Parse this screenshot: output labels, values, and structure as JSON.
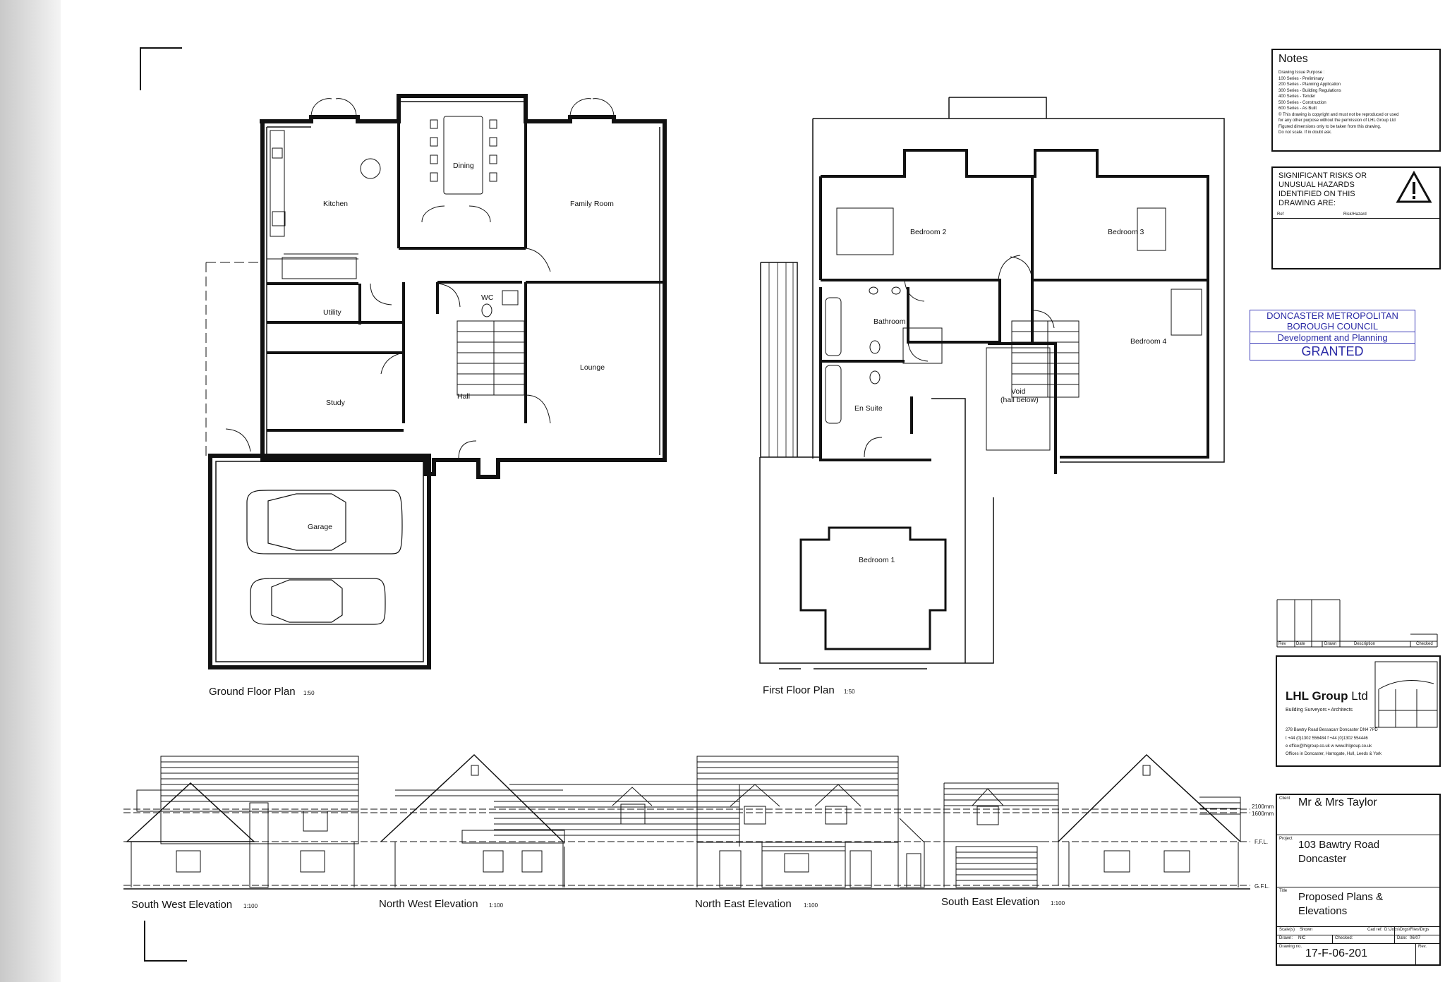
{
  "plans": {
    "ground": {
      "title": "Ground Floor Plan",
      "scale": "1:50",
      "rooms": [
        "Kitchen",
        "Dining",
        "Family Room",
        "Utility",
        "WC",
        "Lounge",
        "Study",
        "Hall",
        "Garage"
      ]
    },
    "first": {
      "title": "First Floor Plan",
      "scale": "1:50",
      "rooms": [
        "Bedroom 2",
        "Bedroom 3",
        "Bathroom",
        "Bedroom 4",
        "Void",
        "(hall below)",
        "En Suite",
        "Bedroom 1"
      ]
    }
  },
  "elevations": [
    {
      "title": "South West Elevation",
      "scale": "1:100"
    },
    {
      "title": "North West Elevation",
      "scale": "1:100"
    },
    {
      "title": "North East Elevation",
      "scale": "1:100"
    },
    {
      "title": "South East Elevation",
      "scale": "1:100"
    }
  ],
  "levels": {
    "top": "2100mm",
    "mid": "1600mm",
    "ffl": "F.F.L.",
    "gfl": "G.F.L."
  },
  "notes": {
    "title": "Notes",
    "lines": [
      "Drawing Issue Purpose :",
      "100 Series - Preliminary",
      "200 Series - Planning Application",
      "300 Series - Building Regulations",
      "400 Series - Tender",
      "500 Series - Construction",
      "600 Series - As Built",
      "© This drawing is copyright and must not be reproduced or used",
      "for any other purpose without the permission of LHL Group Ltd",
      "Figured dimensions only to be taken from this drawing.",
      "Do not scale. If in doubt ask."
    ]
  },
  "risks": {
    "heading": "SIGNIFICANT RISKS OR UNUSUAL HAZARDS IDENTIFIED ON THIS DRAWING ARE:",
    "col_ref": "Ref",
    "col_hazard": "Risk/Hazard",
    "icon": "warning-triangle-icon"
  },
  "council": {
    "line1": "DONCASTER METROPOLITAN",
    "line2": "BOROUGH COUNCIL",
    "line3": "Development and Planning",
    "status": "GRANTED",
    "color": "#2a2aa6"
  },
  "revisions": {
    "headers": [
      "Rev",
      "Date",
      "Drawn",
      "Description",
      "Checked"
    ]
  },
  "company": {
    "name": "LHL Group",
    "suffix": "Ltd",
    "tagline": "Building Surveyors • Architects",
    "address": "278 Bawtry Road  Bessacarr  Doncaster  DN4 7PD",
    "phone": "t +44 (0)1302 556484     f +44 (0)1302 554446",
    "email": "e office@lhlgroup.co.uk     w www.lhlgroup.co.uk",
    "offices": "Offices in Doncaster, Harrogate, Hull, Leeds & York"
  },
  "titleblock": {
    "client_label": "Client",
    "client": "Mr & Mrs Taylor",
    "project_label": "Project",
    "project_line1": "103 Bawtry Road",
    "project_line2": "Doncaster",
    "title_label": "Title",
    "title_line1": "Proposed Plans &",
    "title_line2": "Elevations",
    "scales_label": "Scale(s)",
    "scales": "Shown",
    "cad_label": "Cad ref:",
    "cad": "D:\\Jobs\\Drgs\\Files\\Drgs",
    "drawn_label": "Drawn:",
    "drawn": "NIC",
    "checked_label": "Checked:",
    "date_label": "Date:",
    "date": "06/07",
    "drawing_no_label": "Drawing no.",
    "drawing_no": "17-F-06-201",
    "rev_label": "Rev."
  }
}
